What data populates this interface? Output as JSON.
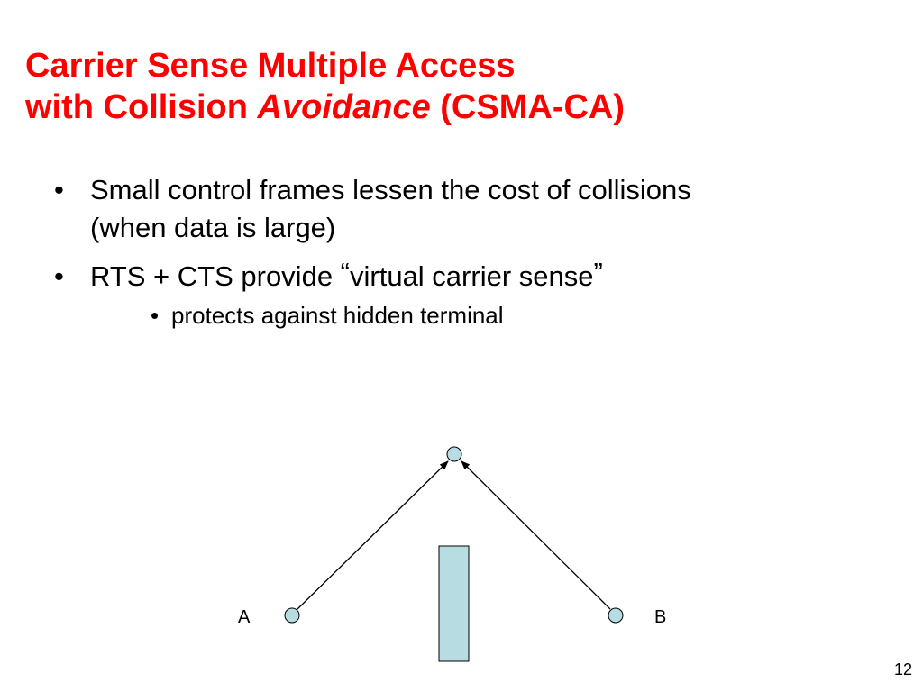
{
  "slide": {
    "title_line1": "Carrier Sense Multiple Access",
    "title_line2_prefix": "with Collision ",
    "title_line2_emphasis": "Avoidance",
    "title_line2_suffix": " (CSMA-CA)",
    "bullet_glyph": "•",
    "bullets": [
      {
        "text_line1": "Small control frames lessen the cost of collisions",
        "text_line2": "(when data is large)"
      },
      {
        "text_prefix": "RTS + CTS provide ",
        "open_quote": "“",
        "quoted": "virtual carrier sense",
        "close_quote": "”"
      }
    ],
    "sub_bullet": "protects against hidden terminal",
    "page_number": "12"
  },
  "diagram": {
    "node_a_label": "A",
    "node_b_label": "B",
    "node_color": "#b7dde2",
    "obstacle_color": "#b7dde2"
  }
}
